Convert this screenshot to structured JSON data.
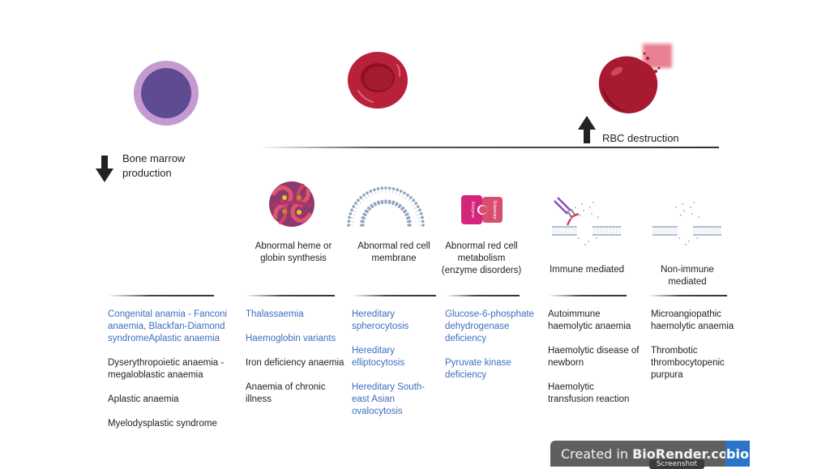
{
  "headers": {
    "bone_marrow": "Bone marrow production",
    "bone_marrow_line1": "Bone marrow",
    "bone_marrow_line2": "production",
    "rbc_destruction": "RBC destruction"
  },
  "icons": {
    "precursor_cell": "precursor-cell-icon",
    "red_blood_cell": "red-blood-cell-icon",
    "lysing_rbc": "lysing-rbc-icon",
    "down_arrow": "arrow-down-icon",
    "up_arrow": "arrow-up-icon",
    "hemoglobin": "hemoglobin-icon",
    "membrane": "lipid-bilayer-icon",
    "enzyme": "enzyme-substrate-icon",
    "immune": "antibody-membrane-icon",
    "non_immune": "ruptured-membrane-icon"
  },
  "enzyme_labels": {
    "enzyme": "Enzyme",
    "substrate": "Substrate"
  },
  "categories": [
    {
      "id": "heme",
      "label_lines": [
        "Abnormal heme or",
        "globin synthesis"
      ]
    },
    {
      "id": "membrane",
      "label_lines": [
        "Abnormal red cell",
        "membrane"
      ]
    },
    {
      "id": "metabolism",
      "label_lines": [
        "Abnormal red cell",
        "metabolism",
        "(enzyme disorders)"
      ]
    },
    {
      "id": "immune",
      "label_lines": [
        "Immune mediated"
      ]
    },
    {
      "id": "non_immune",
      "label_lines": [
        "Non-immune",
        "mediated"
      ]
    }
  ],
  "columns": [
    {
      "id": "bone_marrow",
      "items": [
        {
          "text": "Congenital anamia - Fanconi anaemia, Blackfan-Diamond syndromeAplastic anaemia",
          "color": "#3d6dbf"
        },
        {
          "text": "Dyserythropoietic anaemia - megaloblastic anaemia",
          "color": "#222222"
        },
        {
          "text": "Aplastic anaemia",
          "color": "#222222"
        },
        {
          "text": "Myelodysplastic syndrome",
          "color": "#222222"
        }
      ]
    },
    {
      "id": "heme",
      "items": [
        {
          "text": "Thalassaemia",
          "color": "#3d6dbf"
        },
        {
          "text": "Haemoglobin variants",
          "color": "#3d6dbf"
        },
        {
          "text": "Iron deficiency anaemia",
          "color": "#222222"
        },
        {
          "text": "Anaemia of chronic illness",
          "color": "#222222"
        }
      ]
    },
    {
      "id": "membrane",
      "items": [
        {
          "text": "Hereditary spherocytosis",
          "color": "#3d6dbf"
        },
        {
          "text": "Hereditary elliptocytosis",
          "color": "#3d6dbf"
        },
        {
          "text": "Hereditary South-east Asian ovalocytosis",
          "color": "#3d6dbf"
        }
      ]
    },
    {
      "id": "metabolism",
      "items": [
        {
          "text": "Glucose-6-phosphate dehydrogenase deficiency",
          "color": "#3d6dbf"
        },
        {
          "text": "Pyruvate kinase deficiency",
          "color": "#3d6dbf"
        }
      ]
    },
    {
      "id": "immune",
      "items": [
        {
          "text": "Autoimmune haemolytic anaemia",
          "color": "#222222"
        },
        {
          "text": "Haemolytic disease of newborn",
          "color": "#222222"
        },
        {
          "text": "Haemolytic transfusion reaction",
          "color": "#222222"
        }
      ]
    },
    {
      "id": "non_immune",
      "items": [
        {
          "text": "Microangiopathic haemolytic anaemia",
          "color": "#222222"
        },
        {
          "text": "Thrombotic thrombocytopenic purpura",
          "color": "#222222"
        }
      ]
    }
  ],
  "watermark": {
    "prefix": "Created in ",
    "brand": "BioRender.com",
    "logo": "bio",
    "tooltip": "Screenshot"
  },
  "colors": {
    "link_blue": "#3d6dbf",
    "text_dark": "#222222",
    "rbc_red": "#b8213a",
    "precursor_outer": "#c49ad0",
    "precursor_inner": "#5e4b92",
    "enzyme_pink": "#d4257a",
    "substrate_pink": "#d94e6e",
    "badge_grey": "#5f5f5f",
    "badge_blue": "#2a74c9"
  }
}
